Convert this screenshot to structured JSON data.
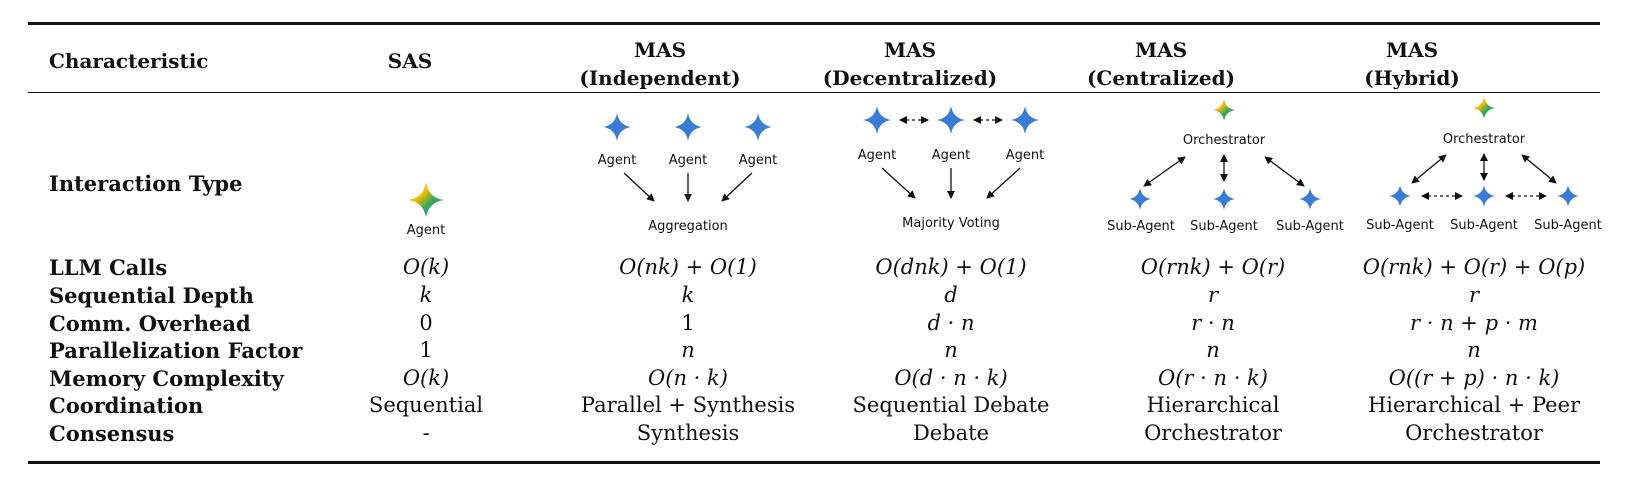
{
  "header": {
    "characteristic": "Characteristic",
    "sas": "SAS",
    "cols": [
      {
        "line1": "MAS",
        "line2": "(Independent)"
      },
      {
        "line1": "MAS",
        "line2": "(Decentralized)"
      },
      {
        "line1": "MAS",
        "line2": "(Centralized)"
      },
      {
        "line1": "MAS",
        "line2": "(Hybrid)"
      }
    ]
  },
  "diagrams": {
    "row_label": "Interaction Type",
    "sas": {
      "agent": "Agent"
    },
    "independent": {
      "agents": [
        "Agent",
        "Agent",
        "Agent"
      ],
      "sink": "Aggregation"
    },
    "decentralized": {
      "agents": [
        "Agent",
        "Agent",
        "Agent"
      ],
      "sink": "Majority Voting"
    },
    "centralized": {
      "root": "Orchestrator",
      "subs": [
        "Sub-Agent",
        "Sub-Agent",
        "Sub-Agent"
      ]
    },
    "hybrid": {
      "root": "Orchestrator",
      "subs": [
        "Sub-Agent",
        "Sub-Agent",
        "Sub-Agent"
      ]
    }
  },
  "rows": [
    {
      "label": "LLM Calls",
      "values": [
        "O(k)",
        "O(nk) + O(1)",
        "O(dnk) + O(1)",
        "O(rnk) + O(r)",
        "O(rnk) + O(r) + O(p)"
      ]
    },
    {
      "label": "Sequential Depth",
      "values": [
        "k",
        "k",
        "d",
        "r",
        "r"
      ]
    },
    {
      "label": "Comm. Overhead",
      "values": [
        "0",
        "1",
        "d · n",
        "r · n",
        "r · n + p · m"
      ]
    },
    {
      "label": "Parallelization Factor",
      "values": [
        "1",
        "n",
        "n",
        "n",
        "n"
      ]
    },
    {
      "label": "Memory Complexity",
      "values": [
        "O(k)",
        "O(n · k)",
        "O(d · n · k)",
        "O(r · n · k)",
        "O((r + p) · n · k)"
      ]
    },
    {
      "label": "Coordination",
      "values": [
        "Sequential",
        "Parallel + Synthesis",
        "Sequential Debate",
        "Hierarchical",
        "Hierarchical + Peer"
      ]
    },
    {
      "label": "Consensus",
      "values": [
        "-",
        "Synthesis",
        "Debate",
        "Orchestrator",
        "Orchestrator"
      ]
    }
  ],
  "colors": {
    "agent_star": "#3a7bd5",
    "rule": "#111111"
  }
}
